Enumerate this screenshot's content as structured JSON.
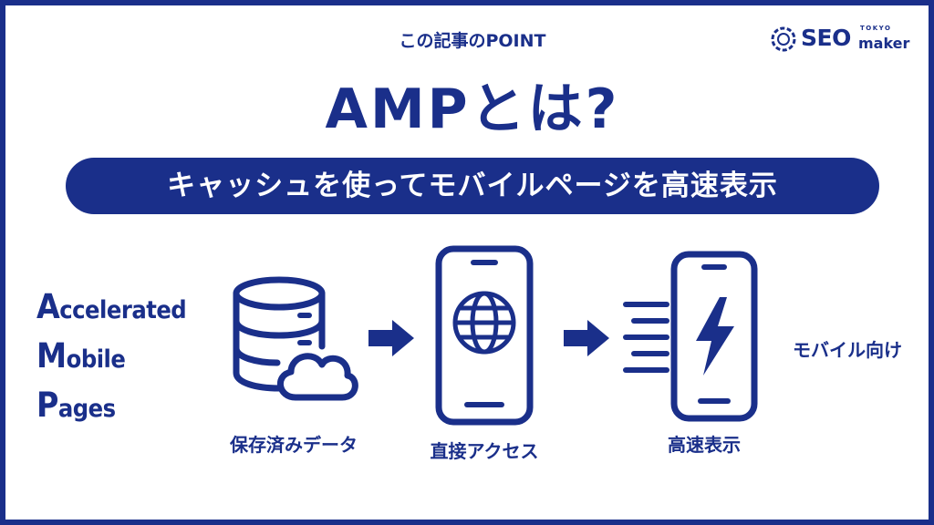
{
  "header": {
    "point_label": "この記事のPOINT"
  },
  "logo": {
    "seo": "SEO",
    "tokyo": "TOKYO",
    "maker": "maker"
  },
  "title": "AMPとは?",
  "subtitle": "キャッシュを使ってモバイルページを高速表示",
  "acronym": [
    {
      "cap": "A",
      "rest": "ccelerated"
    },
    {
      "cap": "M",
      "rest": "obile"
    },
    {
      "cap": "P",
      "rest": "ages"
    }
  ],
  "flow": {
    "step1": {
      "label": "保存済みデータ",
      "icon": "database-cloud-icon"
    },
    "step2": {
      "label": "直接アクセス",
      "icon": "smartphone-globe-icon"
    },
    "step3": {
      "label": "高速表示",
      "icon": "smartphone-lightning-icon"
    },
    "side_label": "モバイル向け"
  },
  "colors": {
    "primary": "#1a2f8a",
    "background": "#ffffff"
  }
}
